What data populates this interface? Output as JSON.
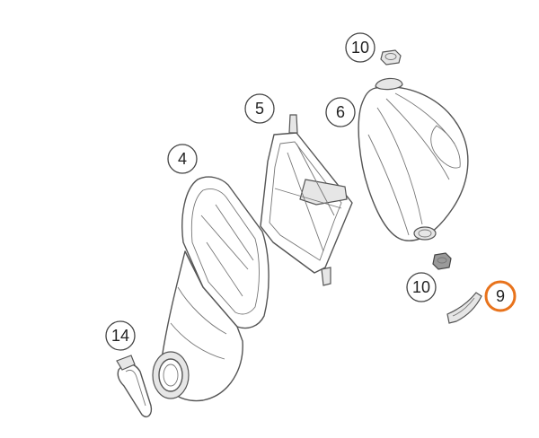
{
  "diagram": {
    "highlight_color": "#e8731c",
    "callouts": [
      {
        "id": "callout-10-top",
        "label": "10",
        "highlighted": false
      },
      {
        "id": "callout-5",
        "label": "5",
        "highlighted": false
      },
      {
        "id": "callout-6",
        "label": "6",
        "highlighted": false
      },
      {
        "id": "callout-4",
        "label": "4",
        "highlighted": false
      },
      {
        "id": "callout-10-bottom",
        "label": "10",
        "highlighted": false
      },
      {
        "id": "callout-9",
        "label": "9",
        "highlighted": true
      },
      {
        "id": "callout-14",
        "label": "14",
        "highlighted": false
      }
    ]
  }
}
